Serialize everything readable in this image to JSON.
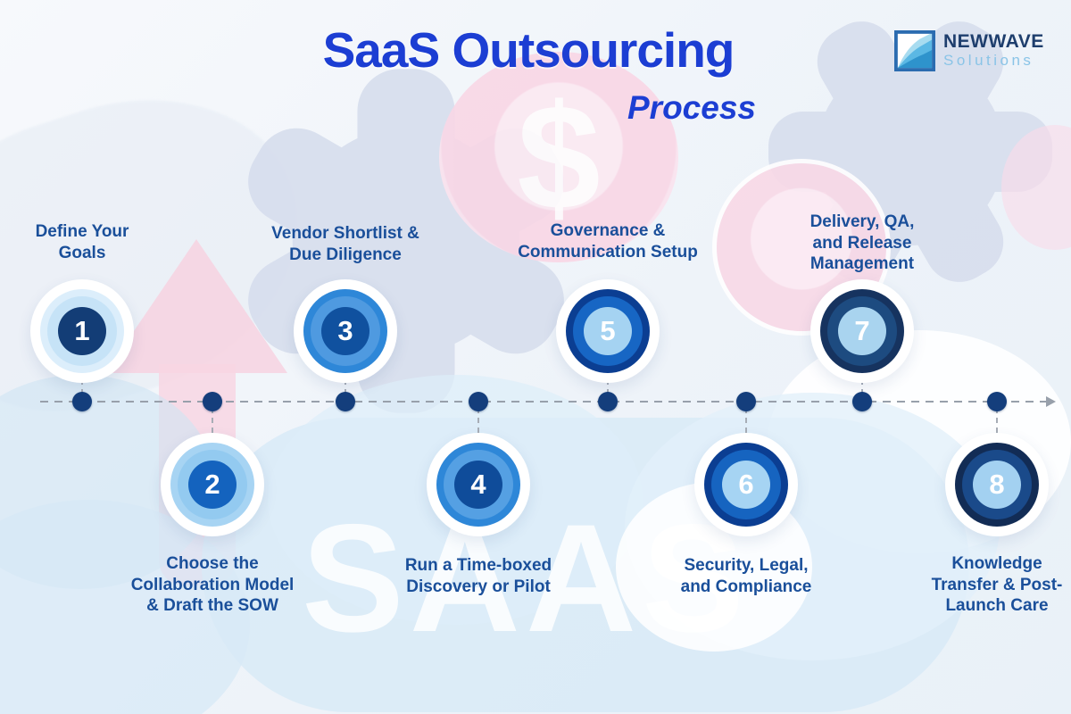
{
  "title": {
    "main": "SaaS Outsourcing",
    "sub": "Process"
  },
  "logo": {
    "name": "NEWWAVE",
    "subtitle": "Solutions"
  },
  "background": {
    "watermark": "SAAS",
    "coin_symbol": "$"
  },
  "colors": {
    "title_blue": "#1c3ed3",
    "label_blue": "#1a4f9a",
    "timeline_dot": "#143e7c",
    "timeline_line": "#98a0ab"
  },
  "steps": [
    {
      "num": "1",
      "label": "Define Your\nGoals",
      "side": "top",
      "ring": "#dceefb",
      "mid": "#c6e3f7",
      "center": "#133d76",
      "num_color": "#ffffff"
    },
    {
      "num": "2",
      "label": "Choose the\nCollaboration Model\n& Draft the SOW",
      "side": "bottom",
      "ring": "#a7d4f3",
      "mid": "#93caf0",
      "center": "#1463be",
      "num_color": "#ffffff"
    },
    {
      "num": "3",
      "label": "Vendor Shortlist &\nDue Diligence",
      "side": "top",
      "ring": "#2e87d8",
      "mid": "#4f9ae0",
      "center": "#10519f",
      "num_color": "#ffffff"
    },
    {
      "num": "4",
      "label": "Run a Time-boxed\nDiscovery or Pilot",
      "side": "bottom",
      "ring": "#2e87d8",
      "mid": "#55a0e3",
      "center": "#0f4c9a",
      "num_color": "#ffffff"
    },
    {
      "num": "5",
      "label": "Governance &\nCommunication Setup",
      "side": "top",
      "ring": "#0b3e92",
      "mid": "#1766c4",
      "center": "#a5d3f2",
      "num_color": "#ffffff"
    },
    {
      "num": "6",
      "label": "Security, Legal,\nand Compliance",
      "side": "bottom",
      "ring": "#0b3e92",
      "mid": "#1664c0",
      "center": "#a6d4f3",
      "num_color": "#ffffff"
    },
    {
      "num": "7",
      "label": "Delivery, QA,\nand Release\nManagement",
      "side": "top",
      "ring": "#16335f",
      "mid": "#1d4b80",
      "center": "#a9d4ef",
      "num_color": "#ffffff"
    },
    {
      "num": "8",
      "label": "Knowledge\nTransfer & Post-\nLaunch Care",
      "side": "bottom",
      "ring": "#122c55",
      "mid": "#1a4a8a",
      "center": "#a3d1f1",
      "num_color": "#ffffff"
    }
  ]
}
